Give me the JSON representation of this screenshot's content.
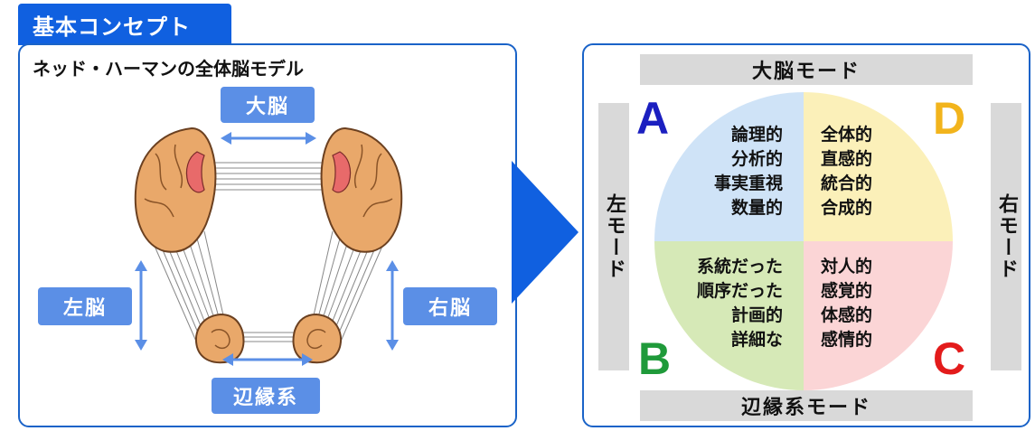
{
  "title": "基本コンセプト",
  "left_panel": {
    "heading": "ネッド・ハーマンの全体脳モデル",
    "labels": {
      "top": "大脳",
      "left": "左脳",
      "right": "右脳",
      "bottom": "辺縁系"
    }
  },
  "right_panel": {
    "mode_top": "大脳モード",
    "mode_bottom": "辺縁系モード",
    "mode_left": "左モード",
    "mode_right": "右モード",
    "quadrants": {
      "A": {
        "letter": "A",
        "color": "#1b1fc0",
        "fill": "#cfe3f7",
        "lines": [
          "論理的",
          "分析的",
          "事実重視",
          "数量的"
        ]
      },
      "D": {
        "letter": "D",
        "color": "#f2b41c",
        "fill": "#fbf0b9",
        "lines": [
          "全体的",
          "直感的",
          "統合的",
          "合成的"
        ]
      },
      "B": {
        "letter": "B",
        "color": "#1f9a3a",
        "fill": "#d6e9b7",
        "lines": [
          "系統だった",
          "順序だった",
          "計画的",
          "詳細な"
        ]
      },
      "C": {
        "letter": "C",
        "color": "#e31b1b",
        "fill": "#fbd5d6",
        "lines": [
          "対人的",
          "感覚的",
          "体感的",
          "感情的"
        ]
      }
    }
  },
  "colors": {
    "accent_blue": "#1060e0",
    "panel_border": "#1a63c8",
    "label_blue": "#5b8fe6",
    "brain_fill": "#e9a86a",
    "mode_bar": "#d9d9d9"
  }
}
